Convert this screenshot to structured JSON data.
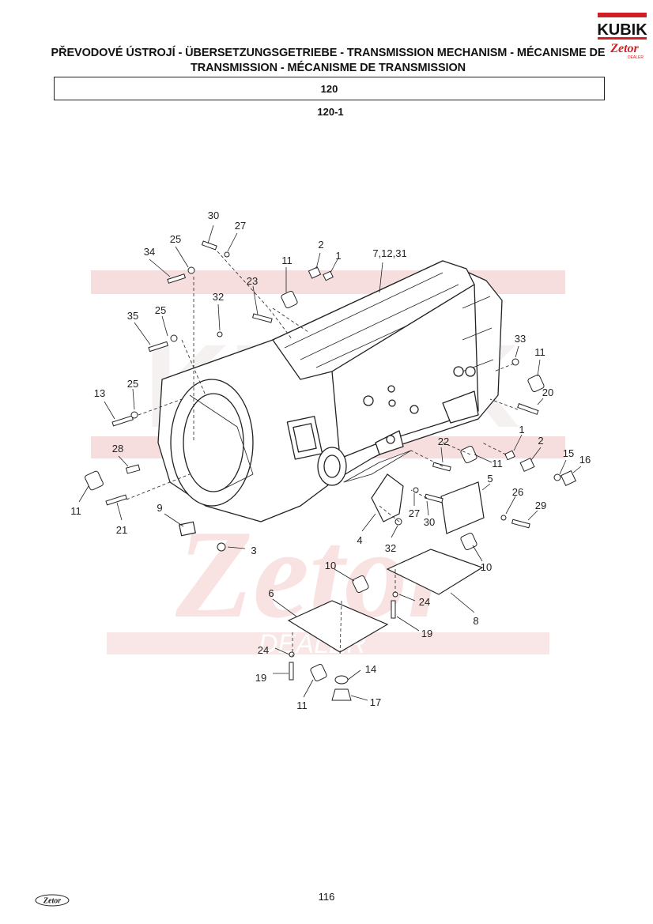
{
  "header": {
    "title": "PŘEVODOVÉ ÚSTROJÍ - ÜBERSETZUNGSGETRIEBE - TRANSMISSION MECHANISM - MÉCANISME DE TRANSMISSION - MÉCANISME DE TRANSMISSION",
    "group_number": "120",
    "figure_number": "120-1"
  },
  "logo": {
    "brand": "KUBIK",
    "sub_brand": "Zetor",
    "dealer": "DEALER"
  },
  "watermark": {
    "brand": "KUBIK",
    "sub_brand": "Zetor",
    "dealer": "DEALER"
  },
  "callouts": [
    "30",
    "27",
    "25",
    "34",
    "11",
    "2",
    "1",
    "7,12,31",
    "23",
    "32",
    "35",
    "25",
    "33",
    "11",
    "13",
    "25",
    "20",
    "28",
    "1",
    "2",
    "15",
    "16",
    "22",
    "11",
    "5",
    "26",
    "29",
    "11",
    "9",
    "21",
    "27",
    "30",
    "4",
    "3",
    "32",
    "10",
    "10",
    "6",
    "24",
    "8",
    "19",
    "24",
    "14",
    "19",
    "11",
    "17"
  ],
  "colors": {
    "watermark": "#f5d6d6",
    "logo_red": "#d11f26",
    "ink": "#222222"
  },
  "page_number": "116",
  "footer": {
    "brand": "Zetor"
  }
}
